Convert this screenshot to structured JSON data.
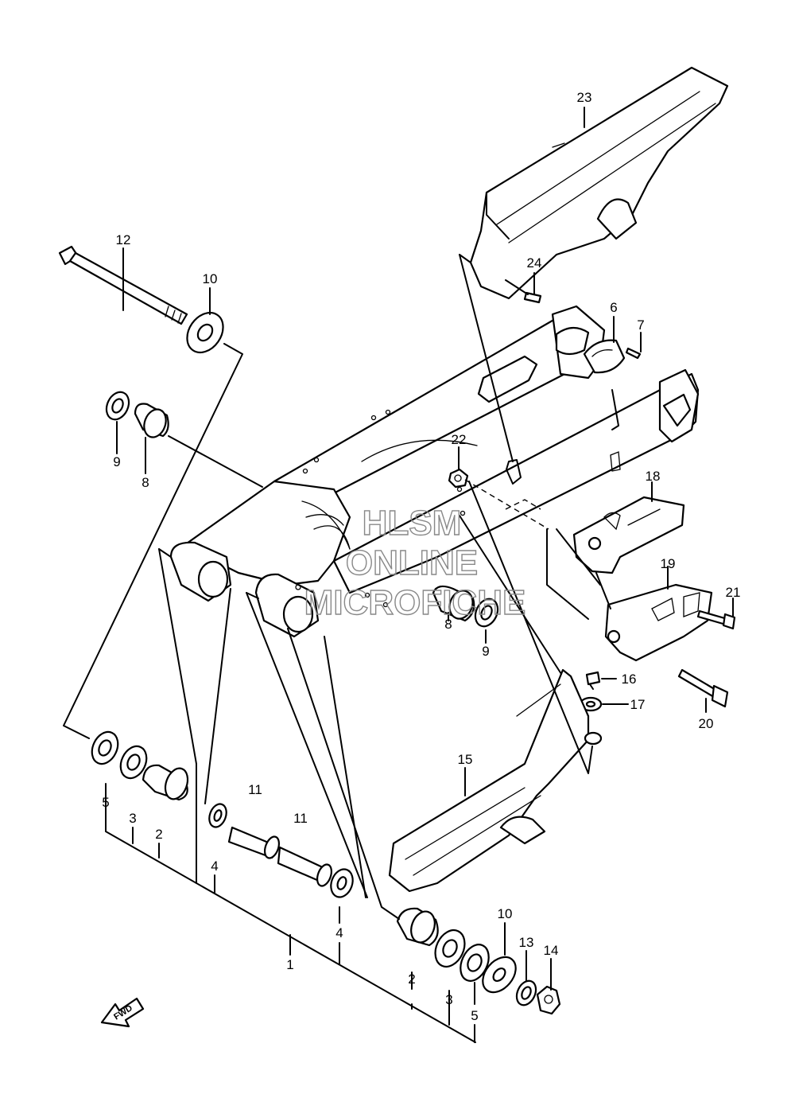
{
  "watermark": {
    "line1": "HLSM",
    "line2": "ONLINE",
    "line3": "MICROFICHE"
  },
  "fwd_badge": "FWD",
  "callouts": {
    "c1": "1",
    "c2a": "2",
    "c2b": "2",
    "c3a": "3",
    "c3b": "3",
    "c4a": "4",
    "c4b": "4",
    "c5a": "5",
    "c5b": "5",
    "c6": "6",
    "c7": "7",
    "c8a": "8",
    "c8b": "8",
    "c9a": "9",
    "c9b": "9",
    "c10a": "10",
    "c10b": "10",
    "c11a": "11",
    "c11b": "11",
    "c12": "12",
    "c13": "13",
    "c14": "14",
    "c15": "15",
    "c16": "16",
    "c17": "17",
    "c18": "18",
    "c19": "19",
    "c20": "20",
    "c21": "21",
    "c22": "22",
    "c23": "23",
    "c24": "24"
  }
}
